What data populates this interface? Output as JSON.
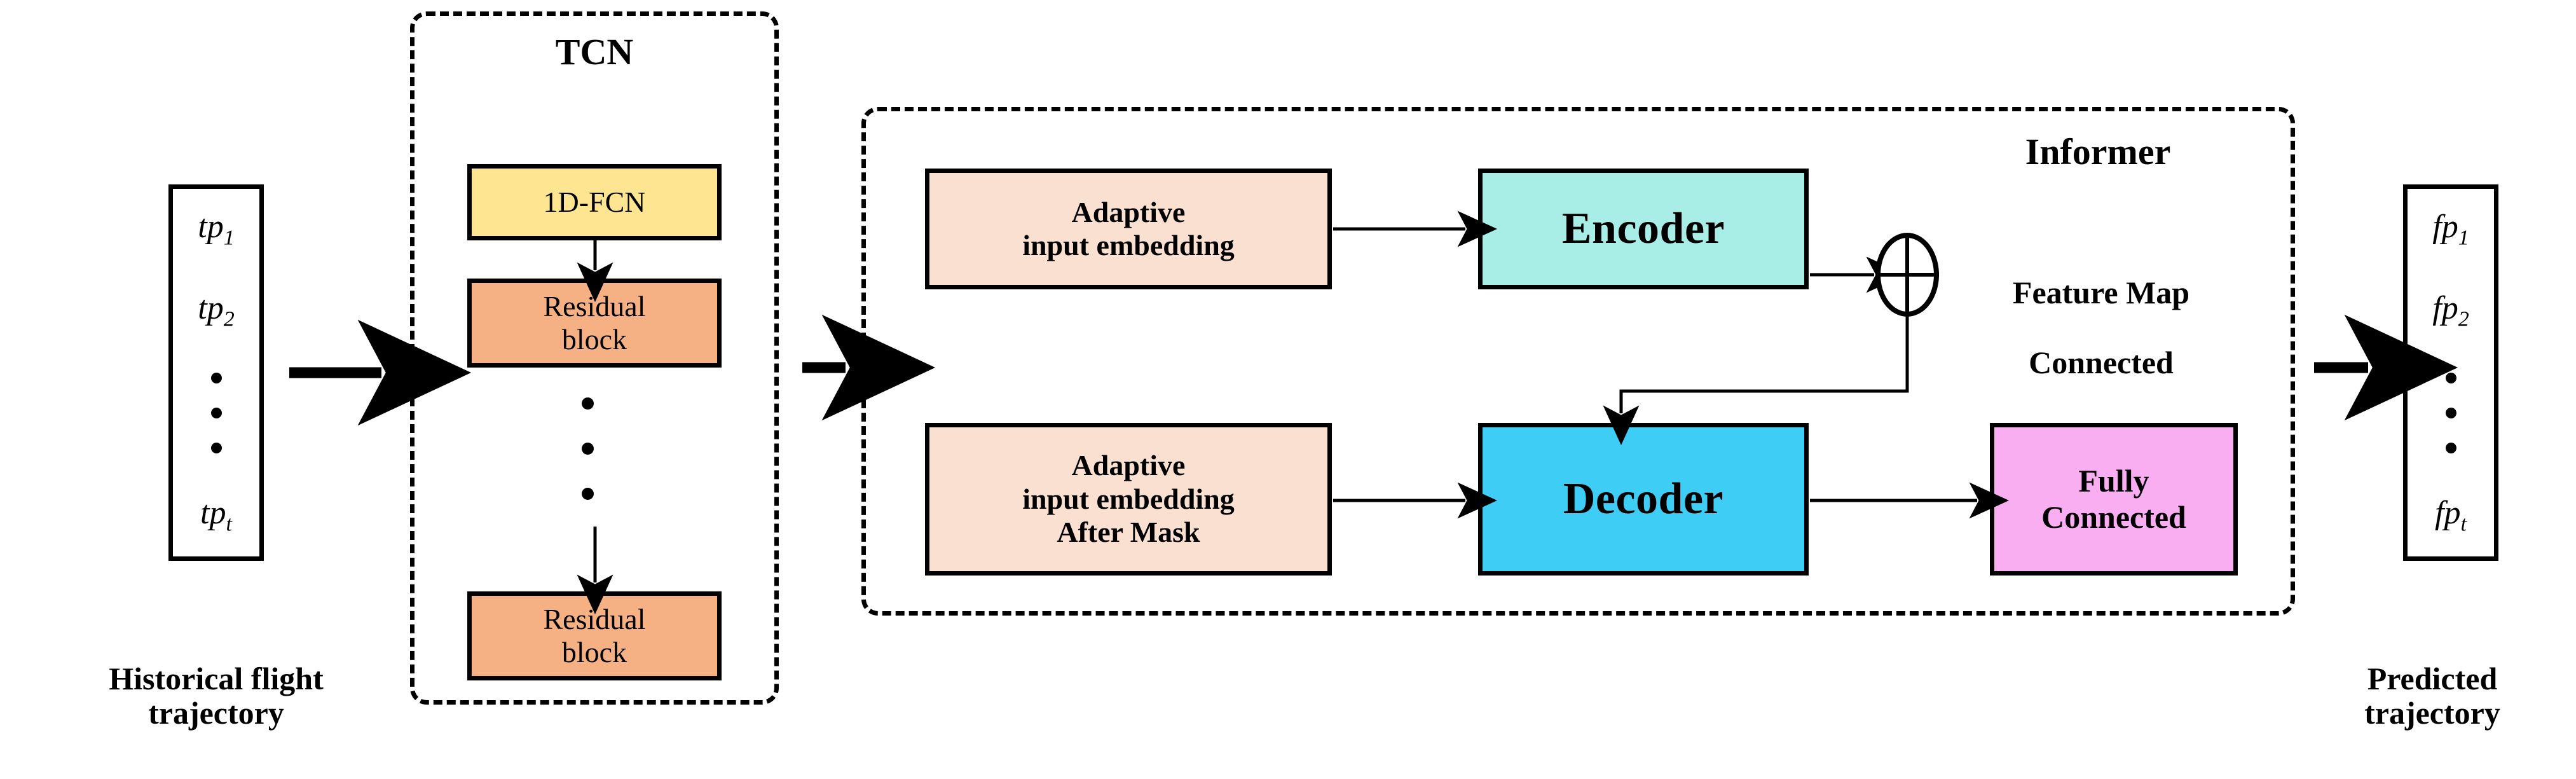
{
  "input_block": {
    "name": "Historical flight trajectory",
    "items": [
      "tp",
      "tp"
    ],
    "subs": [
      "1",
      "2"
    ],
    "first": "tp",
    "first_sub": "1",
    "second": "tp",
    "second_sub": "2",
    "last": "tp",
    "last_sub": "t",
    "dots_count": 3,
    "caption_line1": "Historical flight",
    "caption_line2": "trajectory"
  },
  "tcn": {
    "title": "TCN",
    "fcn_label": "1D-FCN",
    "residual_label_line1": "Residual",
    "residual_label_line2": "block",
    "residual_top_label": "Residual block",
    "residual_bottom_label": "Residual block",
    "dots_count": 3,
    "colors": {
      "fcn_fill": "#FDE591",
      "residual_fill": "#F5B183",
      "border": "#000000"
    }
  },
  "informer": {
    "title": "Informer",
    "encoder_input_line1": "Adaptive",
    "encoder_input_line2": "input embedding",
    "decoder_input_line1": "Adaptive",
    "decoder_input_line2": "input embedding",
    "decoder_input_line3": "After Mask",
    "encoder_label": "Encoder",
    "decoder_label": "Decoder",
    "fully_connected_line1": "Fully",
    "fully_connected_line2": "Connected",
    "sum_node_symbol": "plus-circle",
    "feature_map_line1": "Feature Map",
    "feature_map_line2": "Connected",
    "colors": {
      "embedding_fill": "#FAE0D0",
      "encoder_fill": "#A9EDE7",
      "decoder_fill": "#3ECDF4",
      "fully_connected_fill": "#F9AEF2",
      "border": "#000000"
    }
  },
  "output_block": {
    "first": "fp",
    "first_sub": "1",
    "second": "fp",
    "second_sub": "2",
    "last": "fp",
    "last_sub": "t",
    "dots_count": 3,
    "caption_line1": "Predicted",
    "caption_line2": "trajectory"
  },
  "arrows": {
    "input_to_tcn": "thick-arrow-right",
    "tcn_to_informer": "thick-arrow-right",
    "informer_to_output": "thick-arrow-right",
    "fcn_to_residual": "arrow-down",
    "dots_to_residual": "arrow-down",
    "embed_to_encoder": "arrow-right",
    "encoder_to_sum": "arrow-right",
    "sum_to_decoder": "elbow-arrow-down",
    "embed_to_decoder": "arrow-right",
    "decoder_to_fc": "arrow-right"
  }
}
